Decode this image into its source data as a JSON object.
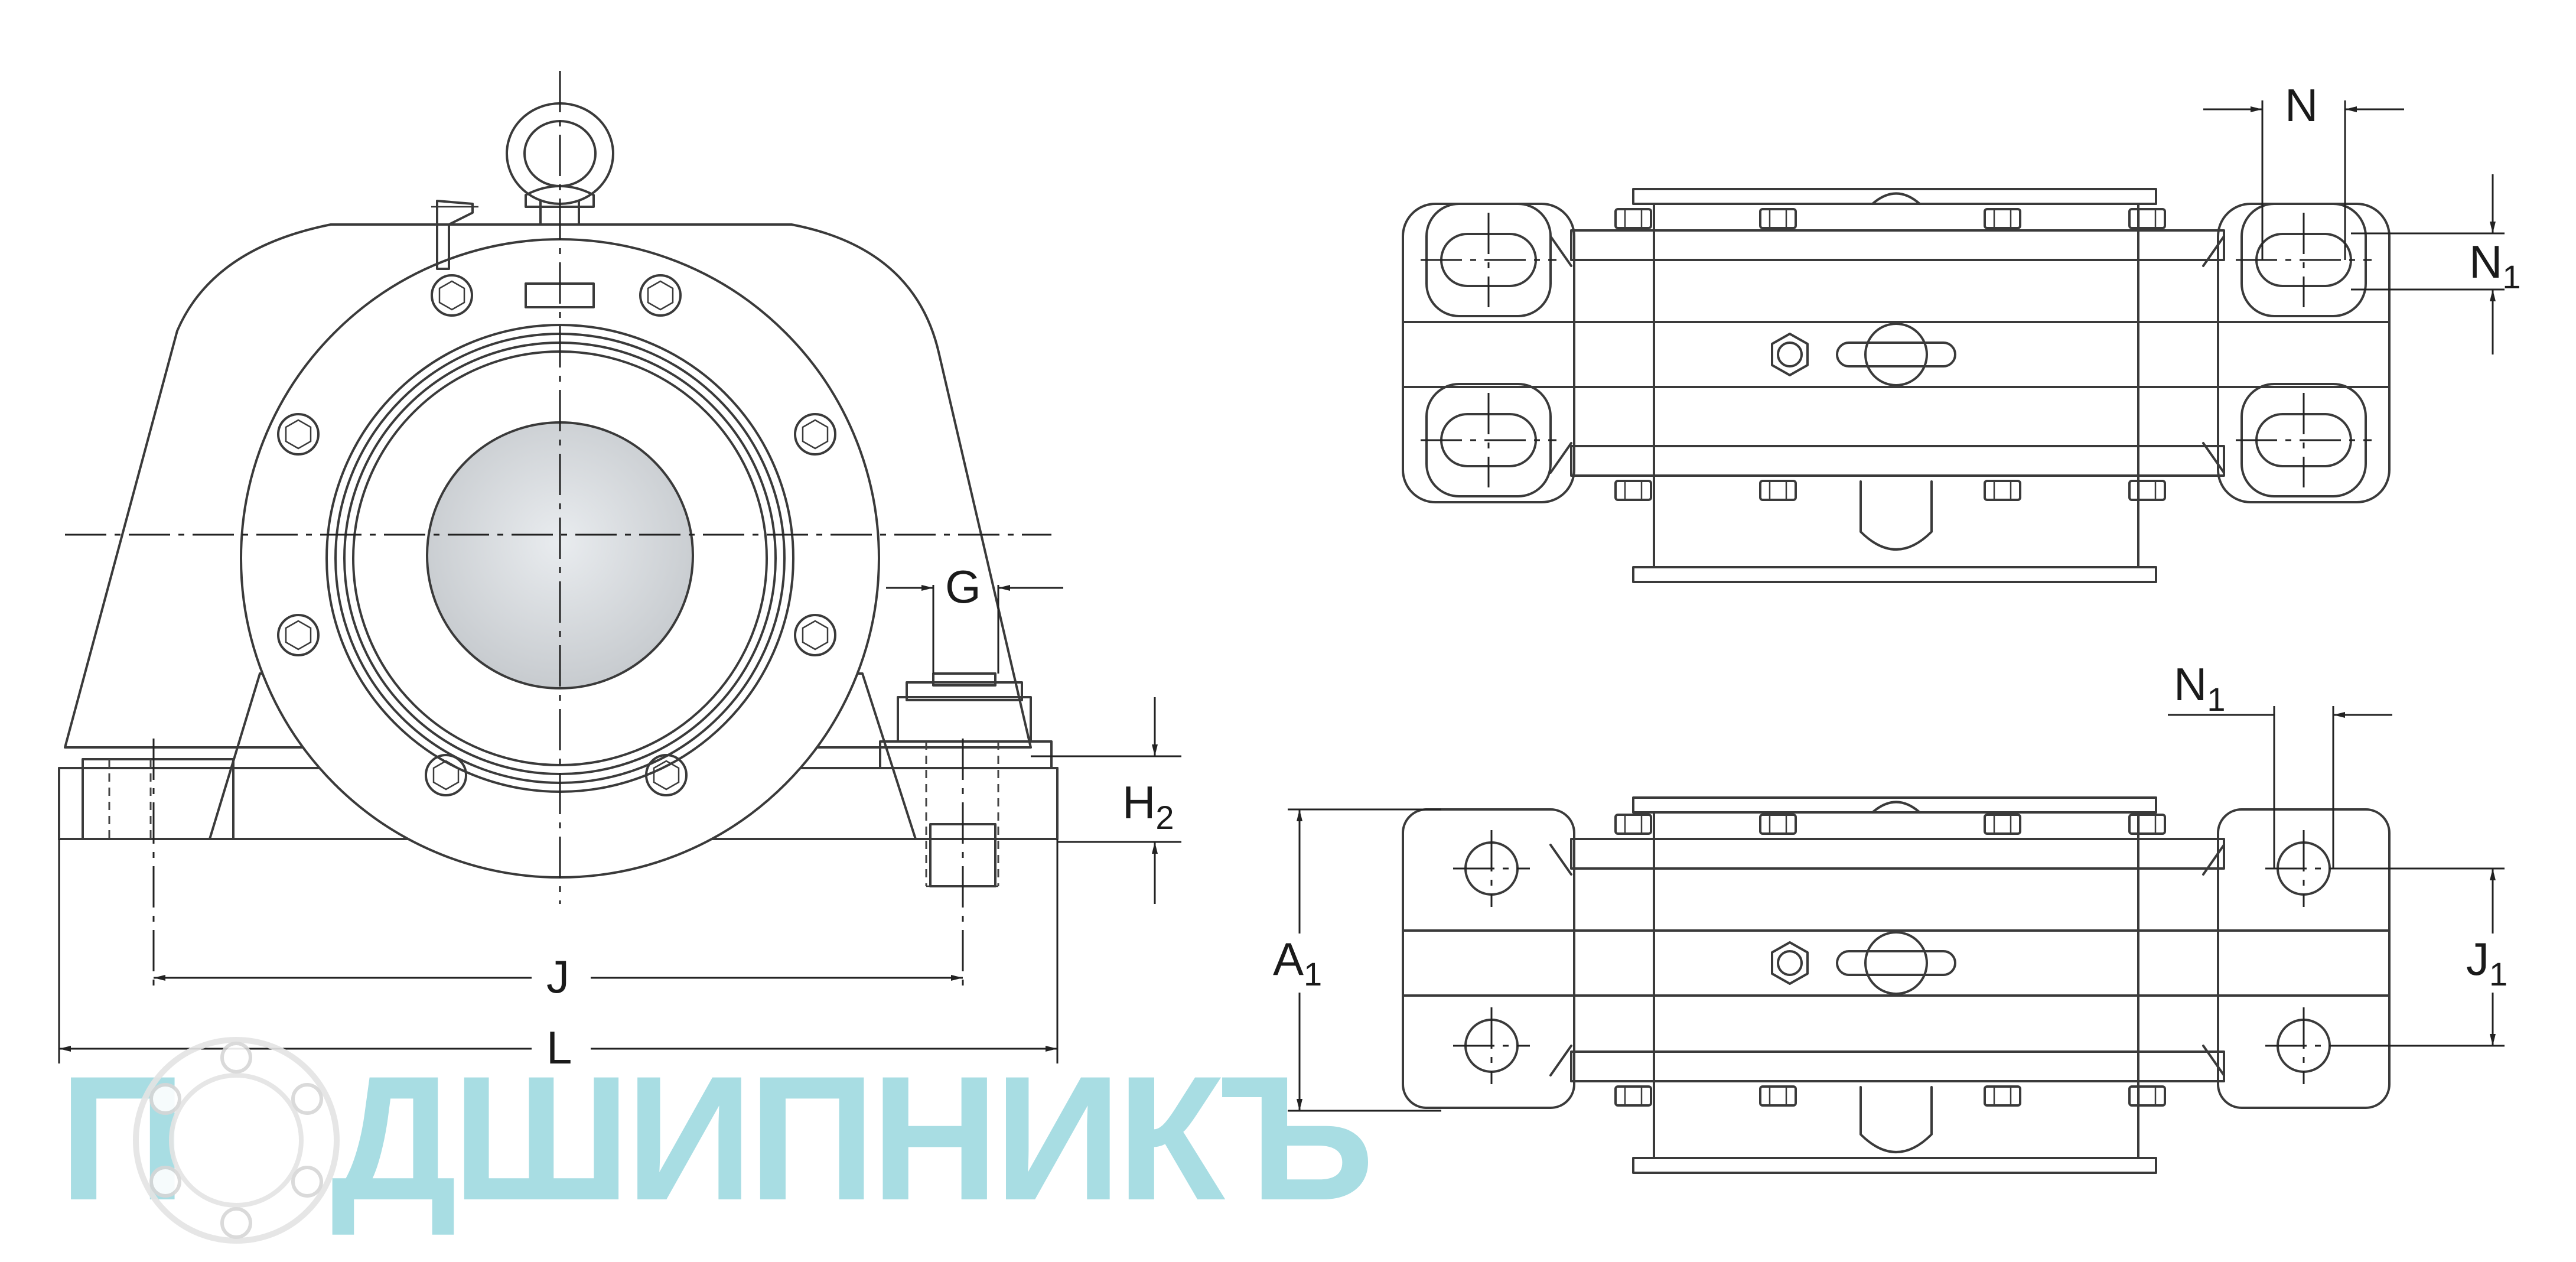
{
  "labels": {
    "G": "G",
    "H": "H",
    "H_sub": "2",
    "J": "J",
    "L": "L",
    "N": "N",
    "N1_top": "N",
    "N1_top_sub": "1",
    "N1_bottom": "N",
    "N1_bottom_sub": "1",
    "A": "A",
    "A_sub": "1",
    "J1": "J",
    "J1_sub": "1"
  },
  "watermark": {
    "letter_p": "П",
    "rest": "ДШИПНИКЪ",
    "color": "#a8dde3"
  }
}
